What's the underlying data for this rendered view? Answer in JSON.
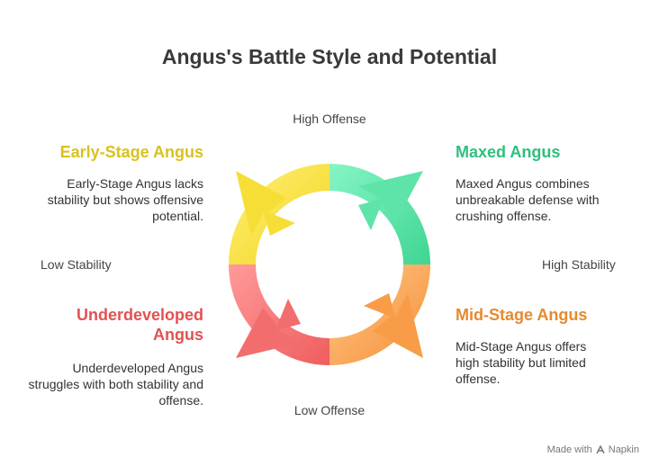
{
  "title": "Angus's Battle Style and Potential",
  "axes": {
    "top": "High Offense",
    "bottom": "Low Offense",
    "left": "Low Stability",
    "right": "High Stability"
  },
  "quadrants": {
    "early": {
      "heading": "Early-Stage Angus",
      "desc": "Early-Stage Angus lacks stability but shows offensive potential.",
      "color": "#f5dc2e"
    },
    "maxed": {
      "heading": "Maxed Angus",
      "desc": "Maxed Angus combines unbreakable defense with crushing offense.",
      "color": "#4fd99a"
    },
    "under": {
      "heading": "Underdeveloped Angus",
      "desc": "Underdeveloped Angus struggles with both stability and offense.",
      "color": "#f06a6a"
    },
    "mid": {
      "heading": "Mid-Stage Angus",
      "desc": "Mid-Stage Angus offers high stability but limited offense.",
      "color": "#f7a04a"
    }
  },
  "footer": {
    "made_with": "Made with",
    "brand": "Napkin"
  }
}
